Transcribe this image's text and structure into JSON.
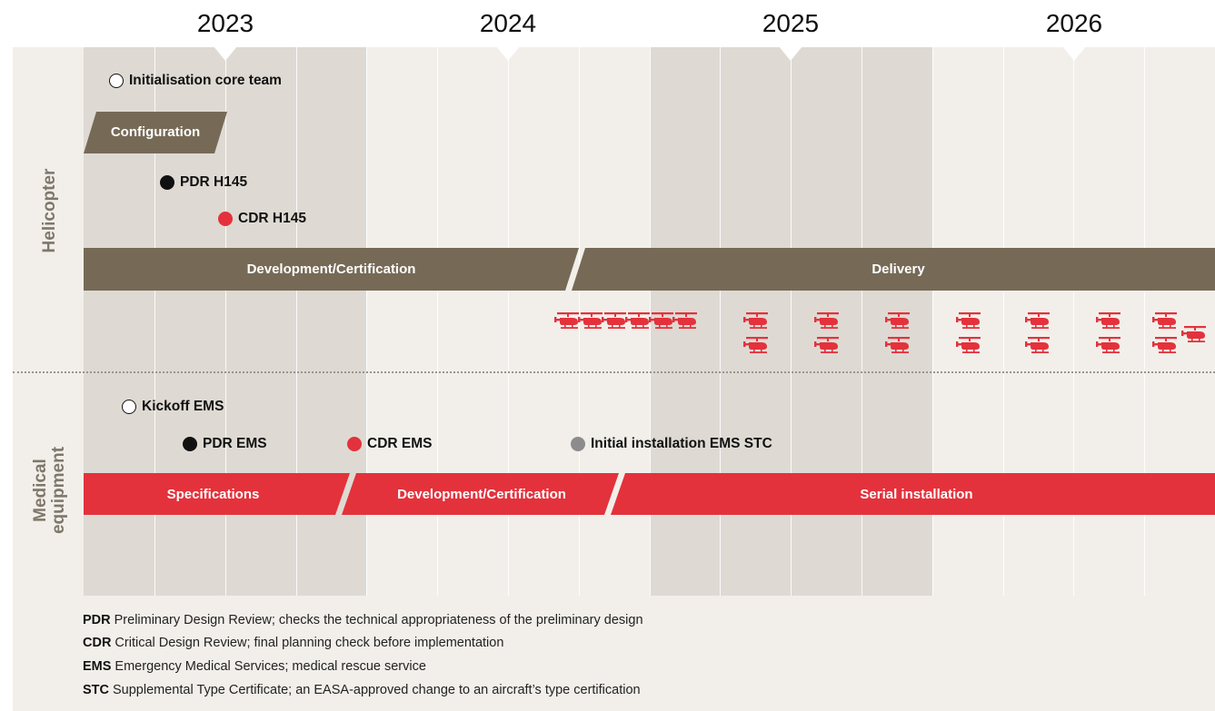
{
  "years": [
    "2023",
    "2024",
    "2025",
    "2026"
  ],
  "sections": {
    "helicopter": "Helicopter",
    "medical_line1": "Medical",
    "medical_line2": "equipment"
  },
  "milestones": {
    "init_core_team": "Initialisation core team",
    "pdr_h145": "PDR H145",
    "cdr_h145": "CDR H145",
    "kickoff_ems": "Kickoff EMS",
    "pdr_ems": "PDR EMS",
    "cdr_ems": "CDR EMS",
    "initial_install_ems_stc": "Initial installation EMS STC"
  },
  "bars": {
    "configuration": "Configuration",
    "heli_development": "Development/Certification",
    "delivery": "Delivery",
    "specifications": "Specifications",
    "ems_development": "Development/Certification",
    "serial_installation": "Serial installation"
  },
  "legend": [
    {
      "abbr": "PDR",
      "text": "Preliminary Design Review; checks the technical appropriateness of the preliminary design"
    },
    {
      "abbr": "CDR",
      "text": "Critical Design Review; final planning check before implementation"
    },
    {
      "abbr": "EMS",
      "text": "Emergency Medical Services; medical rescue service"
    },
    {
      "abbr": "STC",
      "text": "Supplemental Type Certificate; an EASA-approved change to an aircraft’s type certification"
    }
  ],
  "colors": {
    "taupe": "#766a57",
    "red": "#e3323c",
    "panel": "#f2efea",
    "shade": "#dedad3"
  },
  "icons": {
    "delivery_marker": "helicopter-icon"
  }
}
